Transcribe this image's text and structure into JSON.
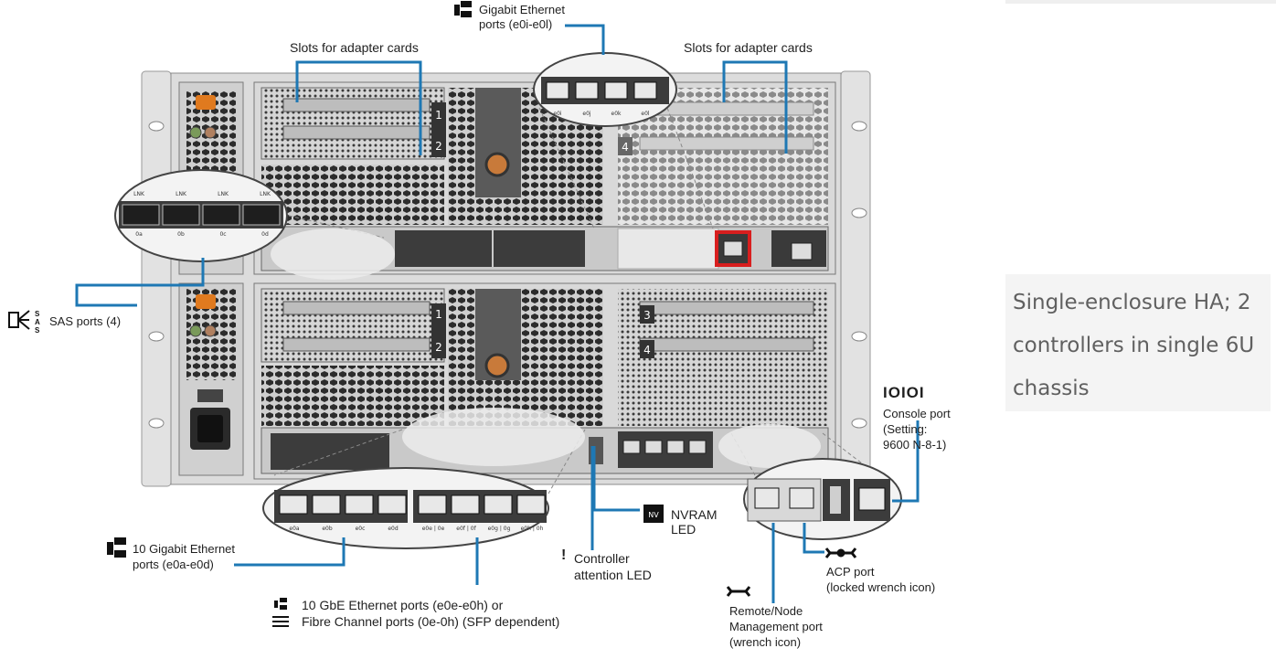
{
  "labels": {
    "gigabit_ethernet": "Gigabit Ethernet\nports (e0i-e0l)",
    "slots_left": "Slots for adapter cards",
    "slots_right": "Slots for adapter cards",
    "sas_ports": "SAS ports (4)",
    "console_port_icon": "IOIOI",
    "console_port": "Console port\n(Setting:\n9600 N-8-1)",
    "nvram": "NVRAM\nLED",
    "controller_attention": "Controller\nattention LED",
    "ten_gig": "10 Gigabit Ethernet\nports (e0a-e0d)",
    "ten_gbe_fc": "10 GbE Ethernet ports (e0e-e0h) or\nFibre Channel ports (0e-0h) (SFP dependent)",
    "acp_port": "ACP port\n(locked wrench icon)",
    "remote_mgmt": "Remote/Node\nManagement port\n(wrench icon)",
    "nvram_chip": "NV",
    "exclamation": "!"
  },
  "side_note": {
    "text": "Single-enclosure HA; 2\ncontrollers in single 6U\nchassis"
  },
  "port_labels": {
    "sas_top": [
      "0a",
      "0b",
      "0c",
      "0d"
    ],
    "gig_top": [
      "e0i",
      "e0j",
      "e0k",
      "e0l"
    ],
    "tengig_bottom": [
      "e0a",
      "e0b",
      "e0c",
      "e0d"
    ],
    "tengbe_bottom": [
      "e0e | 0e",
      "e0f | 0f",
      "e0g | 0g",
      "e0h | 0h"
    ],
    "link": "LNK"
  },
  "colors": {
    "callout": "#1e78b4",
    "highlight": "#d81e1e",
    "chassis": "#d8d8d8",
    "panel": "#555555"
  }
}
